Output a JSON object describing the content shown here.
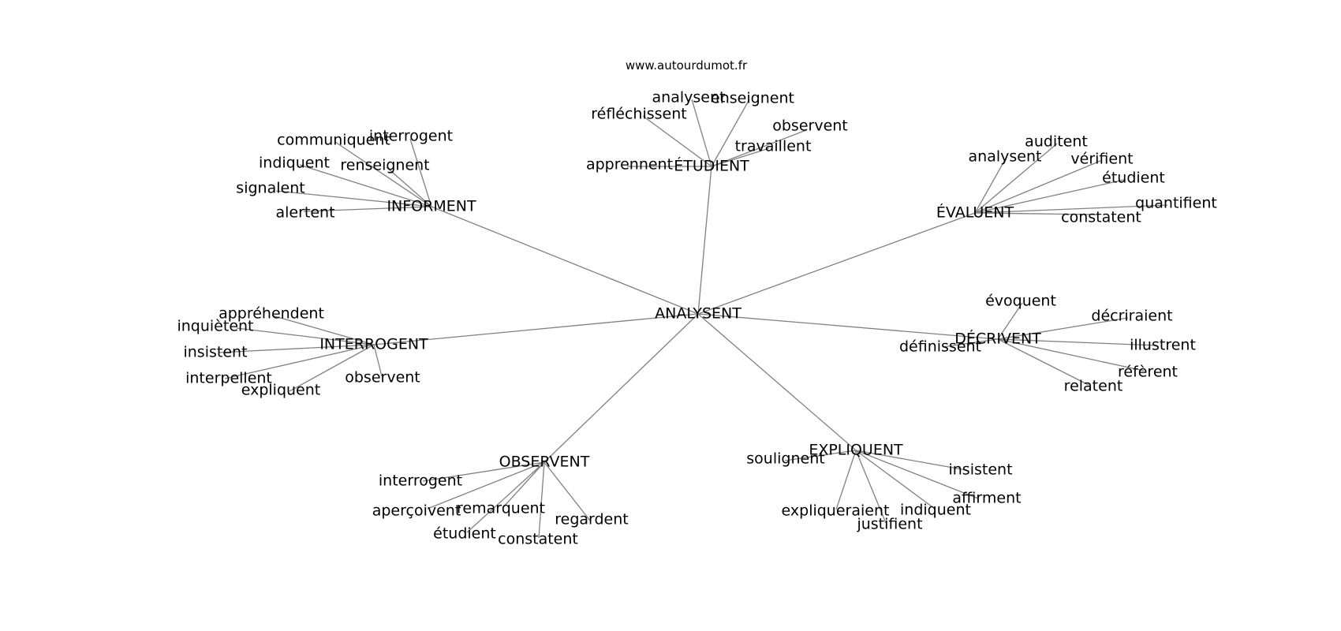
{
  "site": "www.autourdumot.fr",
  "root": "ANALYSENT",
  "colors": {
    "edge": "#808080",
    "text": "#000000",
    "background": "#ffffff"
  },
  "clusters": [
    {
      "id": "etudient",
      "label": "ÉTUDIENT",
      "leaves": [
        "apprennent",
        "réfléchissent",
        "analysent",
        "enseignent",
        "observent",
        "travaillent"
      ]
    },
    {
      "id": "informent",
      "label": "INFORMENT",
      "leaves": [
        "alertent",
        "signalent",
        "indiquent",
        "communiquent",
        "interrogent",
        "renseignent"
      ]
    },
    {
      "id": "evaluent",
      "label": "ÉVALUENT",
      "leaves": [
        "analysent",
        "auditent",
        "vérifient",
        "étudient",
        "quantifient",
        "constatent"
      ]
    },
    {
      "id": "interrogent",
      "label": "INTERROGENT",
      "leaves": [
        "appréhendent",
        "inquiètent",
        "insistent",
        "interpellent",
        "expliquent",
        "observent"
      ]
    },
    {
      "id": "decrivent",
      "label": "DÉCRIVENT",
      "leaves": [
        "évoquent",
        "décriraient",
        "illustrent",
        "réfèrent",
        "relatent",
        "définissent"
      ]
    },
    {
      "id": "observent",
      "label": "OBSERVENT",
      "leaves": [
        "interrogent",
        "aperçoivent",
        "remarquent",
        "étudient",
        "constatent",
        "regardent"
      ]
    },
    {
      "id": "expliquent",
      "label": "EXPLIQUENT",
      "leaves": [
        "soulignent",
        "insistent",
        "affirment",
        "indiquent",
        "justifient",
        "expliqueraient"
      ]
    }
  ]
}
